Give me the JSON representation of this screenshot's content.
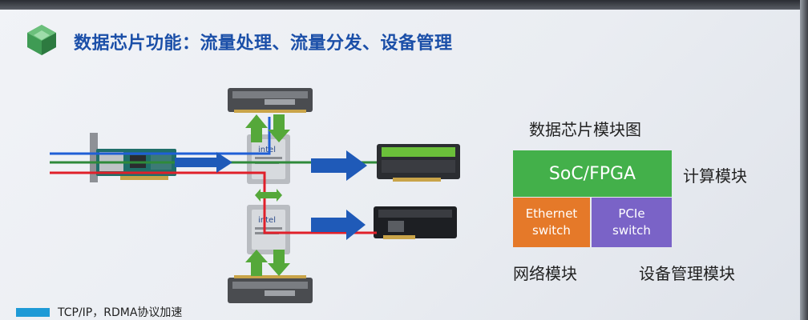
{
  "slide": {
    "title": "数据芯片功能：流量处理、流量分发、设备管理",
    "module_diagram_title": "数据芯片模块图",
    "blocks": {
      "soc": "SoC/FPGA",
      "ethernet_line1": "Ethernet",
      "ethernet_line2": "switch",
      "pcie_line1": "PCIe",
      "pcie_line2": "switch"
    },
    "labels": {
      "compute": "计算模块",
      "network": "网络模块",
      "management": "设备管理模块"
    },
    "legend": {
      "text": "TCP/IP，RDMA协议加速"
    },
    "chip_label": "intel",
    "colors": {
      "title": "#1b4fa8",
      "soc": "#43b04a",
      "ethernet": "#e57929",
      "pcie": "#7a63c7",
      "blue_line": "#1f5fd6",
      "green_line": "#2f8a3a",
      "red_line": "#e0202a",
      "arrow_blue": "#1f5ab8",
      "arrow_green": "#55a83a",
      "legend": "#1e9ad6"
    },
    "icons": [
      "cube-logo-icon",
      "nic-card-icon",
      "memory-module-icon",
      "cpu-chip-icon",
      "gpu-card-icon",
      "ssd-card-icon"
    ]
  }
}
